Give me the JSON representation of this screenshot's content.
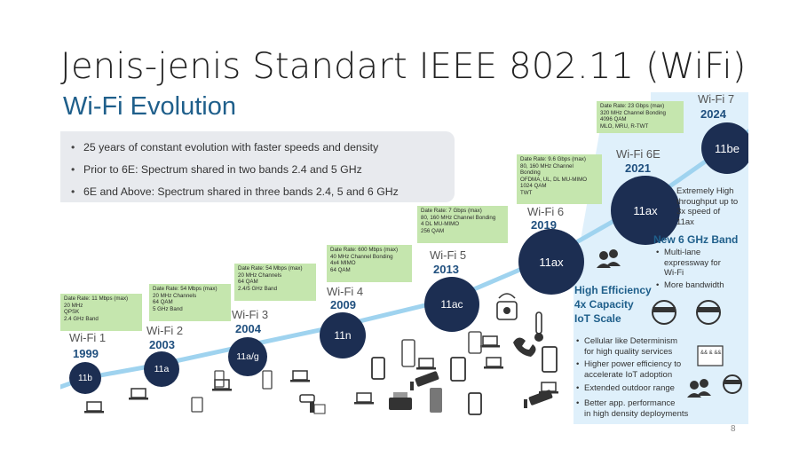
{
  "slide_title": "Jenis-jenis Standart IEEE 802.11 (WiFi)",
  "subtitle": "Wi-Fi Evolution",
  "bullets": [
    "25 years of constant evolution with faster speeds and density",
    "Prior to 6E: Spectrum shared in two bands 2.4 and 5 GHz",
    "6E and Above: Spectrum shared in three bands 2.4, 5 and 6 GHz"
  ],
  "generations": [
    {
      "name": "Wi-Fi 1",
      "year": "1999",
      "std": "11b",
      "lines": [
        "Date Rate: 11 Mbps (max)",
        "20 MHz",
        "QPSK",
        "2.4 GHz Band"
      ]
    },
    {
      "name": "Wi-Fi 2",
      "year": "2003",
      "std": "11a",
      "lines": [
        "Date Rate: 54 Mbps (max)",
        "20 MHz Channels",
        "64 QAM",
        "5 GHz Band"
      ]
    },
    {
      "name": "Wi-Fi 3",
      "year": "2004",
      "std": "11a/g",
      "lines": [
        "Date Rate: 54 Mbps (max)",
        "20 MHz Channels",
        "64 QAM",
        "2.4/5 GHz Band"
      ]
    },
    {
      "name": "Wi-Fi 4",
      "year": "2009",
      "std": "11n",
      "lines": [
        "Date Rate: 600 Mbps (max)",
        "40 MHz Channel Bonding",
        "4x4 MIMO",
        "64 QAM"
      ]
    },
    {
      "name": "Wi-Fi 5",
      "year": "2013",
      "std": "11ac",
      "lines": [
        "Date Rate: 7 Gbps (max)",
        "80, 160 MHz Channel Bonding",
        "4 DL MU-MIMO",
        "256 QAM"
      ]
    },
    {
      "name": "Wi-Fi 6",
      "year": "2019",
      "std": "11ax",
      "lines": [
        "Date Rate: 9.6 Gbps (max)",
        "80, 160 MHz Channel",
        "Bonding",
        "OFDMA, UL, DL MU-MIMO",
        "1024 QAM",
        "TWT"
      ]
    },
    {
      "name": "Wi-Fi 6E",
      "year": "2021",
      "std": "11ax",
      "lines": []
    },
    {
      "name": "Wi-Fi 7",
      "year": "2024",
      "std": "11be",
      "lines": [
        "Date Rate: 23 Gbps (max)",
        "320 MHz Channel Bonding",
        "4096 QAM",
        "MLO, MRU, R-TWT"
      ]
    }
  ],
  "sixe_note": [
    "Extremely High",
    "throughput up to",
    "3x speed of",
    "11ax"
  ],
  "new_band": {
    "title": "New 6 GHz Band",
    "items": [
      [
        "Multi-lane",
        "expressway for",
        "Wi-Fi"
      ],
      [
        "More bandwidth"
      ]
    ]
  },
  "wifi6_features": {
    "title": [
      "High Efficiency",
      "4x Capacity",
      "IoT Scale"
    ],
    "items": [
      [
        "Cellular like Determinism",
        "for high quality services"
      ],
      [
        "Higher power efficiency to",
        "accelerate IoT adoption"
      ],
      [
        "Extended outdoor range"
      ],
      [
        "Better app. performance",
        "in high density deployments"
      ]
    ]
  },
  "icon_label": "&& & &&",
  "page_number": "8",
  "colors": {
    "accent": "#1f5f8b",
    "circle": "#1c2e52",
    "datasheet": "#c5e6ae",
    "panel": "#dff0fb",
    "track": "#9fd3ef"
  }
}
